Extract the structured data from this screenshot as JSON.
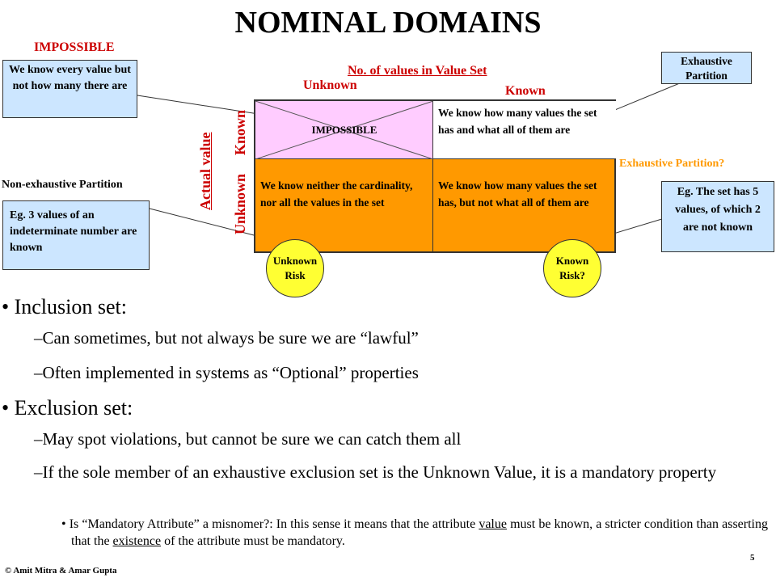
{
  "title": "NOMINAL DOMAINS",
  "labels": {
    "impossible_top": "IMPOSSIBLE",
    "no_of_values": "No. of values in Value Set",
    "unknown_top": "Unknown",
    "known_top": "Known",
    "actual_value": "Actual value",
    "unknown_side": "Unknown",
    "known_side": "Known",
    "exhaustive_partition_q": "Exhaustive Partition?",
    "non_exhaustive": "Non-exhaustive Partition"
  },
  "callouts": {
    "impossible": "We know every value but not how many there are",
    "exhaustive": "Exhaustive Partition",
    "eg3": "Eg. 3 values of an indeterminate number are known",
    "eg5": "Eg. The set has 5 values, of which 2 are not known"
  },
  "matrix": {
    "top_left": "IMPOSSIBLE",
    "top_right": "We know how many values the set has and what all of them are",
    "bottom_left": "We know neither the cardinality, nor all the values in the set",
    "bottom_right": "We know how many values the set has, but not what all of them are"
  },
  "circles": {
    "unknown_risk": "Unknown Risk",
    "known_risk": "Known Risk?"
  },
  "bullets": {
    "inclusion": "Inclusion set:",
    "inclusion_1": "Can sometimes, but not always be sure we are “lawful”",
    "inclusion_2": "Often implemented in systems as “Optional” properties",
    "exclusion": "Exclusion set:",
    "exclusion_1": "May spot violations, but cannot be sure we can catch them all",
    "exclusion_2": "If the sole member of an exhaustive exclusion set is the Unknown Value, it is a mandatory property",
    "sub_a": "Is “Mandatory Attribute” a misnomer?: In this sense it means that the attribute",
    "sub_value": "value",
    "sub_b": "must be known, a stricter condition than asserting that the",
    "sub_existence": "existence",
    "sub_c": "of the attribute must be mandatory."
  },
  "footer": {
    "copyright": "© Amit Mitra & Amar Gupta",
    "page": "5"
  },
  "colors": {
    "pink_cell": "#ffccff",
    "orange_cell": "#ff9900",
    "callout_bg": "#cce6ff",
    "risk_circle": "#ffff33",
    "accent_red": "#cc0000",
    "accent_orange": "#ff9900"
  }
}
